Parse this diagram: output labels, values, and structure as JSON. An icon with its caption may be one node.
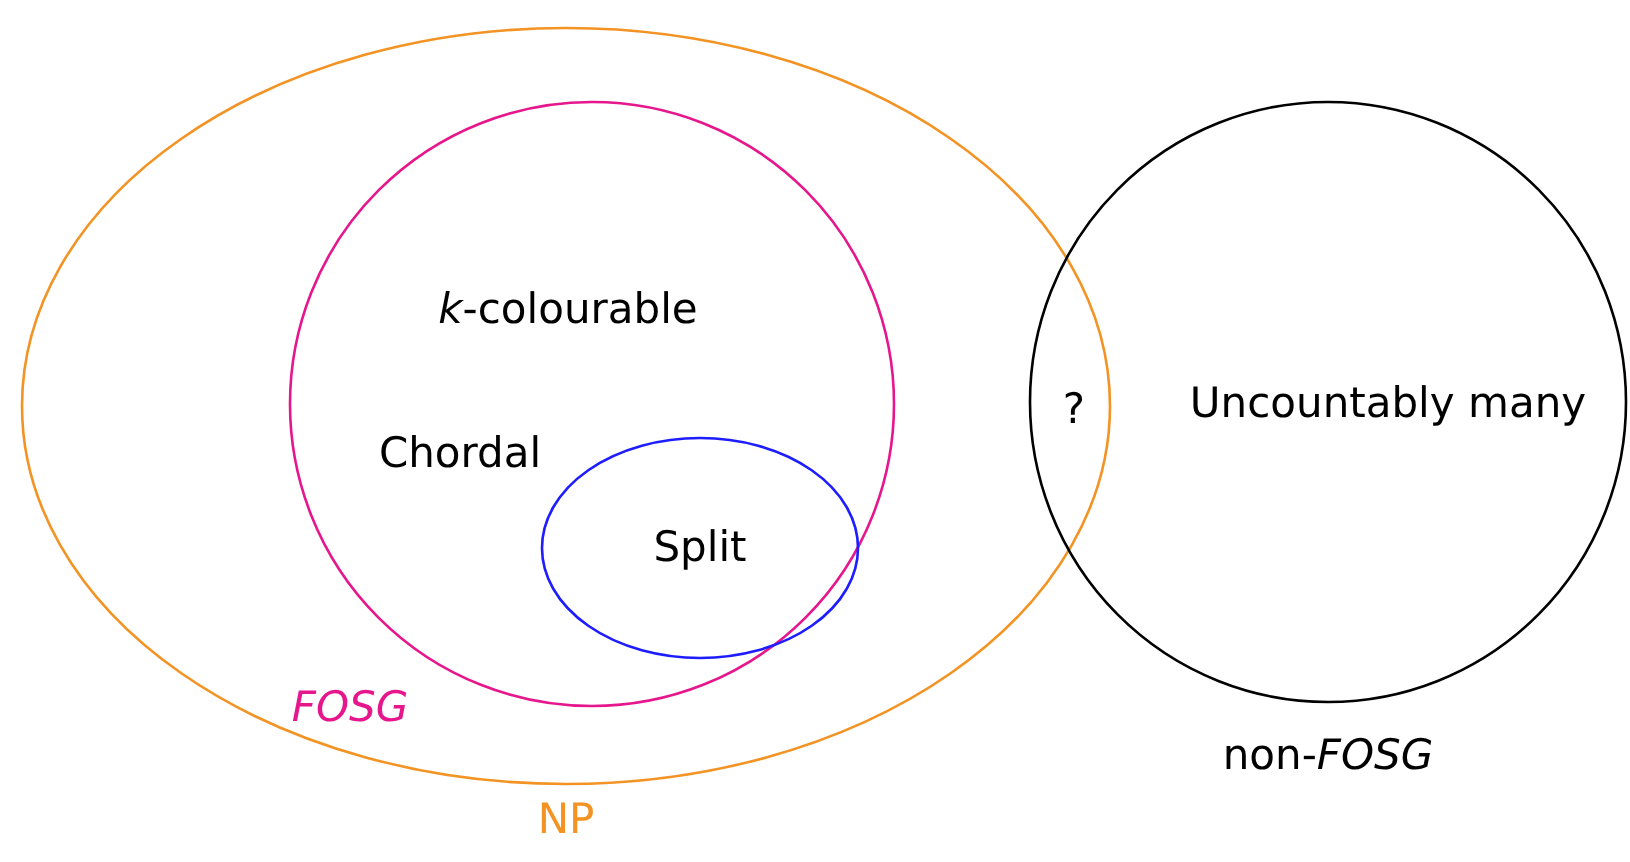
{
  "diagram": {
    "nodes": [
      {
        "text": [
          "NP"
        ]
      },
      {
        "text": [
          "FOSG",
          "*k*-colourable",
          "Chordal"
        ],
        "in": 0
      },
      {
        "text": [
          "Split"
        ],
        "in": 1
      },
      {
        "text": [
          "Uncountably many",
          "non-*FOSG*"
        ]
      }
    ],
    "labels": [
      "?"
    ]
  }
}
